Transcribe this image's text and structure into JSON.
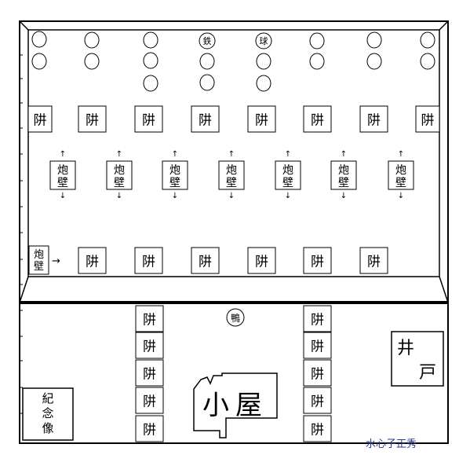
{
  "board": {
    "top_row_badges": [
      "鉄",
      "球"
    ],
    "wall_label": "阱",
    "cannon_label": "炮\n壁",
    "cannon_side_label": "炮\n壁",
    "arrow_right": "→",
    "arrow_up": "↑",
    "arrow_down": "↓",
    "duck_badge": "鴨",
    "hut_label": "小屋",
    "well_char1": "井",
    "well_char2": "戸",
    "memorial_label": "紀\n念\n像",
    "signature": "水心子正秀"
  },
  "colors": {
    "line": "#000000",
    "signature": "#2a3a8f",
    "background": "#ffffff"
  }
}
